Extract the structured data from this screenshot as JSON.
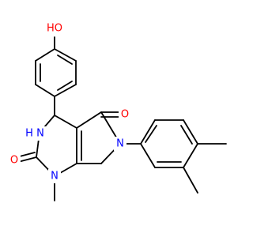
{
  "molecule": {
    "atom_labels": {
      "hydroxyl": "HO",
      "amide_nh": "H N",
      "ring_n1": "N",
      "ring_n6": "N",
      "carbonyl_o2": "O",
      "carbonyl_o5": "O"
    },
    "colors": {
      "bond": "#000000",
      "oxygen": "#ff0000",
      "nitrogen": "#0000ff",
      "background": "#ffffff"
    }
  }
}
